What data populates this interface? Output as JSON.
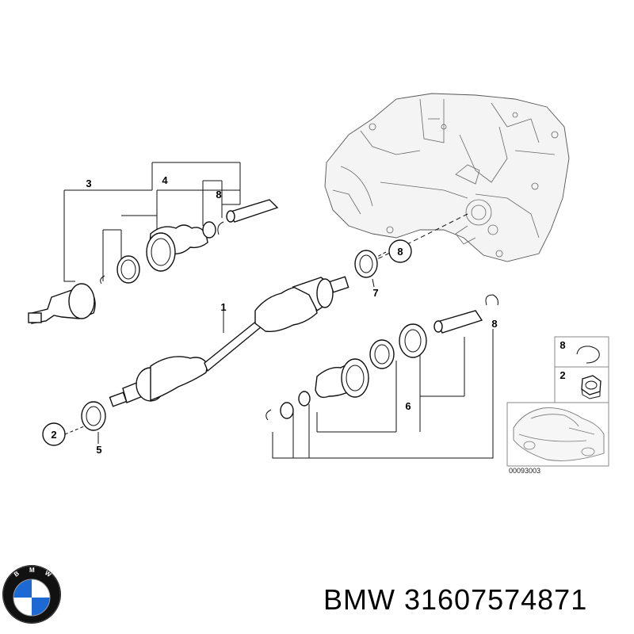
{
  "callouts": {
    "c1": "1",
    "c2": "2",
    "c3": "3",
    "c4": "4",
    "c5": "5",
    "c6": "6",
    "c7": "7",
    "c8": "8"
  },
  "inset": {
    "item_8": "8",
    "item_2": "2",
    "figure_number": "00093003"
  },
  "brand": {
    "logo_icon": "bmw-roundel-icon",
    "logo_letters": "BMW",
    "colors": {
      "blue": "#1c69d4",
      "black": "#111111",
      "white": "#ffffff"
    }
  },
  "caption": "BMW 31607574871"
}
